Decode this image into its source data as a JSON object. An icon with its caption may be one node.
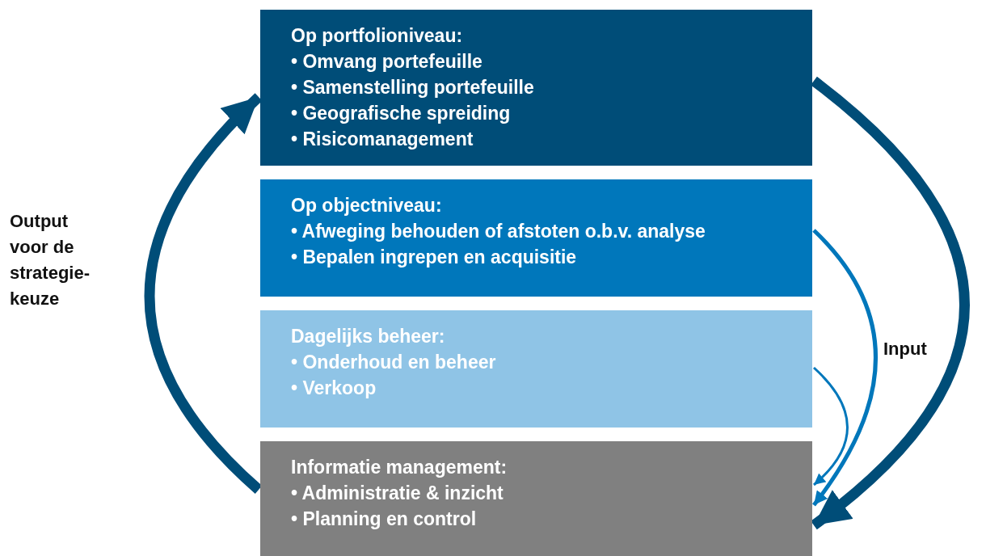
{
  "diagram": {
    "nodes": [
      {
        "text": [
          "Op portfolioniveau:",
          "• Omvang portefeuille",
          "• Samenstelling portefeuille",
          "• Geografische spreiding",
          "• Risicomanagement"
        ]
      },
      {
        "text": [
          "Op objectniveau:",
          "• Afweging behouden of afstoten o.b.v. analyse",
          "• Bepalen ingrepen en acquisitie"
        ]
      },
      {
        "text": [
          "Dagelijks beheer:",
          "• Onderhoud en beheer",
          "• Verkoop"
        ]
      },
      {
        "text": [
          "Informatie management:",
          "• Administratie & inzicht",
          "• Planning en control"
        ]
      }
    ],
    "edges": [
      {
        "from": 3,
        "to": 0,
        "arrow": "to",
        "label": "Output voor de strategie-keuze",
        "style": "thick",
        "color": "#004d78"
      },
      {
        "from": 0,
        "to": 3,
        "arrow": "to",
        "style": "thick",
        "color": "#004d78"
      },
      {
        "from": 1,
        "to": 3,
        "arrow": "to",
        "label": "Input",
        "color": "#0077bb"
      },
      {
        "from": 2,
        "to": 3,
        "arrow": "to",
        "color": "#0077bb"
      }
    ]
  }
}
